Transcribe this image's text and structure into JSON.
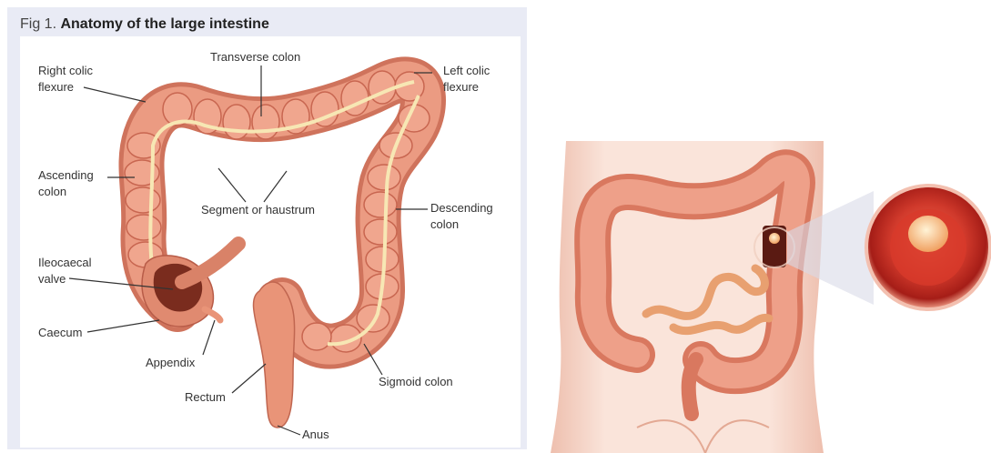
{
  "figure": {
    "number": "Fig 1.",
    "title": "Anatomy of the large intestine"
  },
  "labels": {
    "transverse_colon": "Transverse colon",
    "right_colic_flexure_1": "Right colic",
    "right_colic_flexure_2": "flexure",
    "left_colic_flexure_1": "Left colic",
    "left_colic_flexure_2": "flexure",
    "ascending_colon_1": "Ascending",
    "ascending_colon_2": "colon",
    "segment_haustrum": "Segment or haustrum",
    "descending_colon_1": "Descending",
    "descending_colon_2": "colon",
    "ileocaecal_valve_1": "Ileocaecal",
    "ileocaecal_valve_2": "valve",
    "caecum": "Caecum",
    "appendix": "Appendix",
    "rectum": "Rectum",
    "sigmoid_colon": "Sigmoid colon",
    "anus": "Anus"
  },
  "colors": {
    "colon_fill": "#e8937a",
    "colon_dark": "#b85c48",
    "taenia": "#f7e7b4",
    "caecum_interior": "#7a2c1e",
    "skin": "#f6d3c6",
    "skin_shadow": "#e6b3a2",
    "small_intestine": "#e8a070",
    "zoom_ring": "#c22a22",
    "tumor": "#ffd6a0"
  }
}
